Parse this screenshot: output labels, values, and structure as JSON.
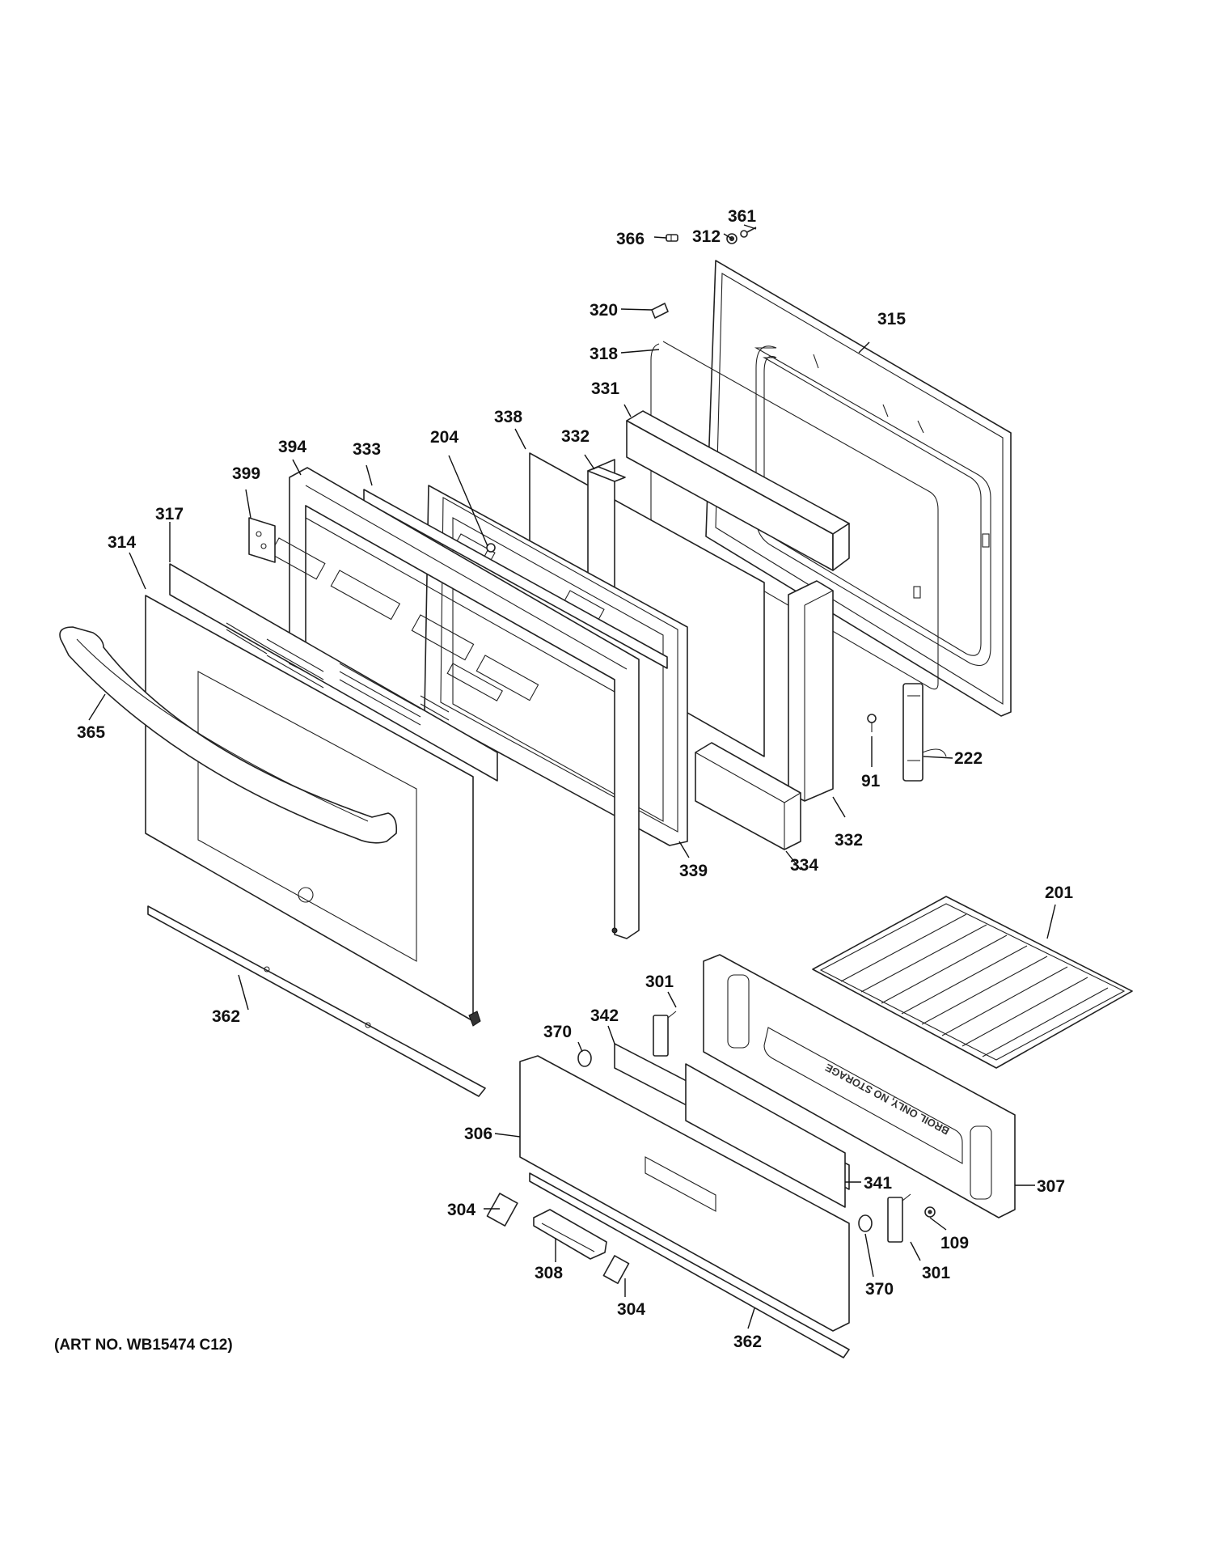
{
  "diagram": {
    "art_number": "(ART NO. WB15474 C12)",
    "embossed_text": "BROIL ONLY, NO STORAGE",
    "callouts": {
      "p361": "361",
      "p312": "312",
      "p366": "366",
      "p320": "320",
      "p315": "315",
      "p318": "318",
      "p331": "331",
      "p338": "338",
      "p332a": "332",
      "p204": "204",
      "p333": "333",
      "p394": "394",
      "p399": "399",
      "p317": "317",
      "p314": "314",
      "p365": "365",
      "p222": "222",
      "p91": "91",
      "p332b": "332",
      "p339": "339",
      "p334": "334",
      "p201": "201",
      "p301a": "301",
      "p342": "342",
      "p370a": "370",
      "p362a": "362",
      "p306": "306",
      "p341": "341",
      "p307": "307",
      "p304a": "304",
      "p308": "308",
      "p304b": "304",
      "p370b": "370",
      "p301b": "301",
      "p109": "109",
      "p362b": "362"
    }
  }
}
